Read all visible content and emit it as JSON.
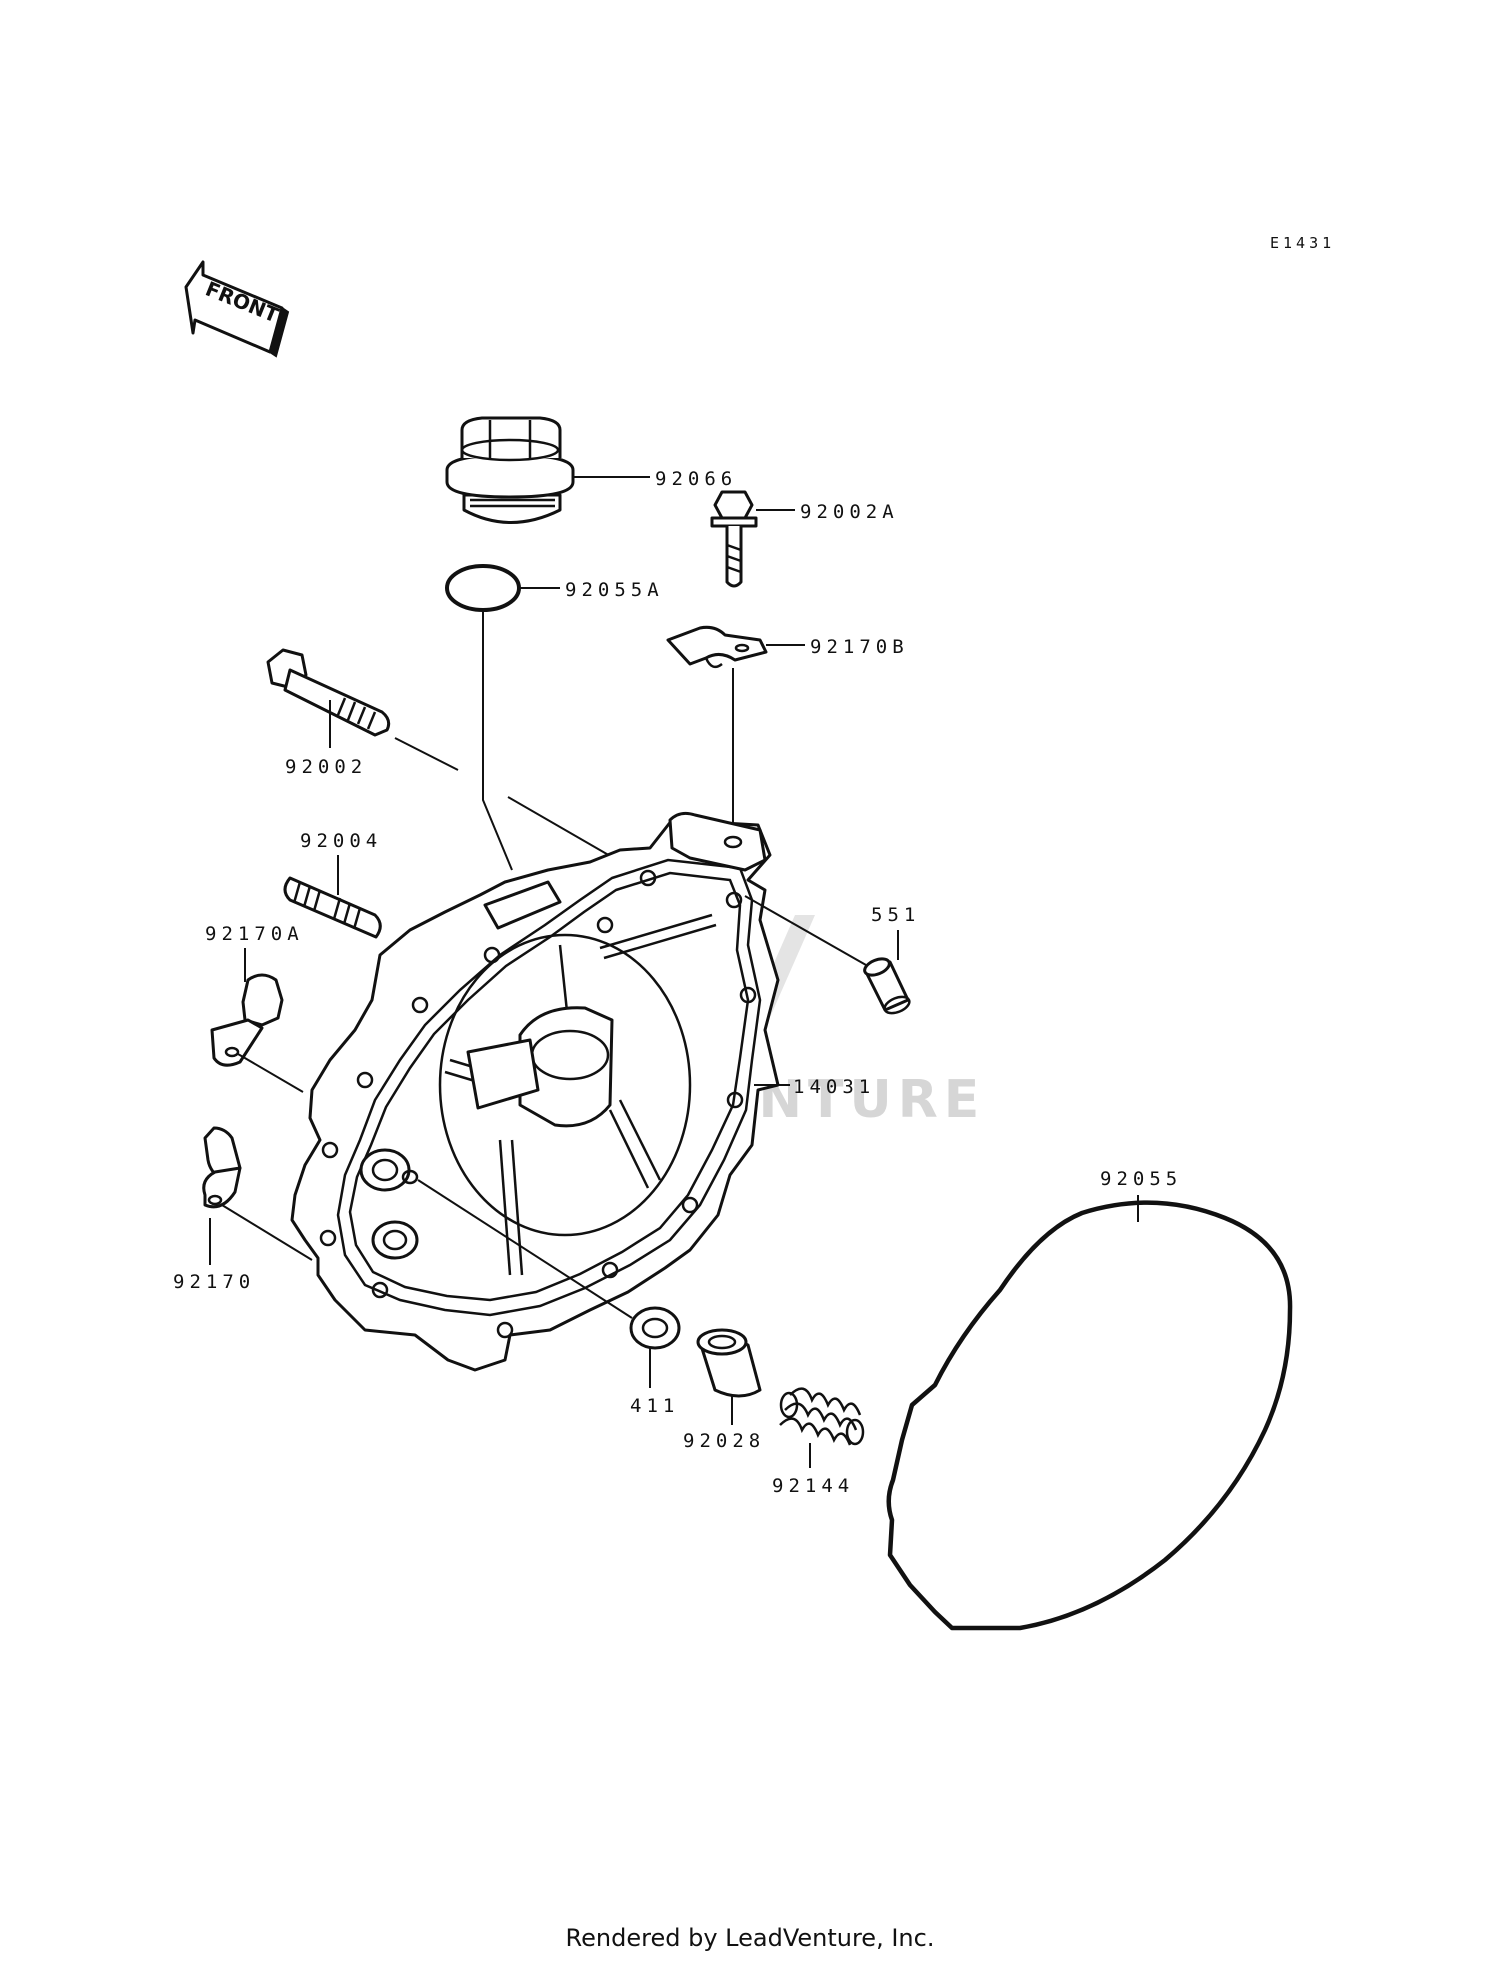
{
  "diagram_code": "E1431",
  "front_label": "FRONT",
  "watermark": "LEADVENTURE",
  "footer": "Rendered by LeadVenture, Inc.",
  "parts": {
    "p92066": "92066",
    "p92002A": "92002A",
    "p92055A": "92055A",
    "p92170B": "92170B",
    "p92002": "92002",
    "p92004": "92004",
    "p92170A": "92170A",
    "p551": "551",
    "p14031": "14031",
    "p92055": "92055",
    "p92170": "92170",
    "p411": "411",
    "p92028": "92028",
    "p92144": "92144"
  }
}
